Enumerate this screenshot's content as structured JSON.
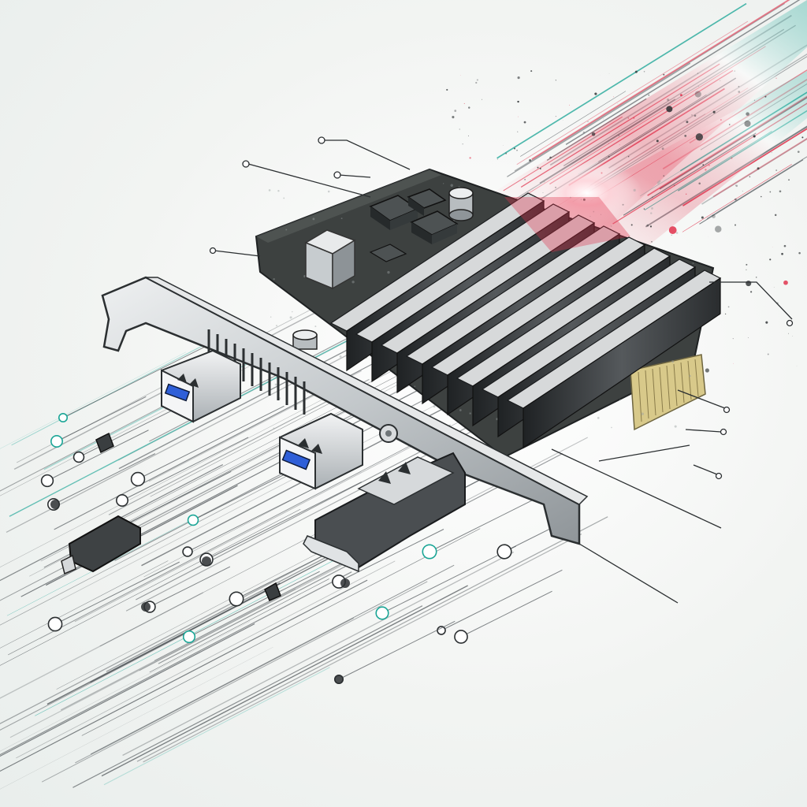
{
  "colors": {
    "paper": "#f4f6f4",
    "ink": "#2b2f31",
    "pcb": "#3d4140",
    "heatsink": "#3a3e40",
    "bracket": "#c9cdd0",
    "gold": "#d8c98a",
    "accent_red": "#e0304a",
    "accent_teal": "#1aa596",
    "usb_blue": "#2f5fd8"
  },
  "scene": {
    "subject": "pcie-usb-expansion-card-sketch",
    "usb_ports": 3,
    "heatsink_fins": 8,
    "capacitors": 4,
    "chips": 6,
    "loose_connectors": 2
  }
}
